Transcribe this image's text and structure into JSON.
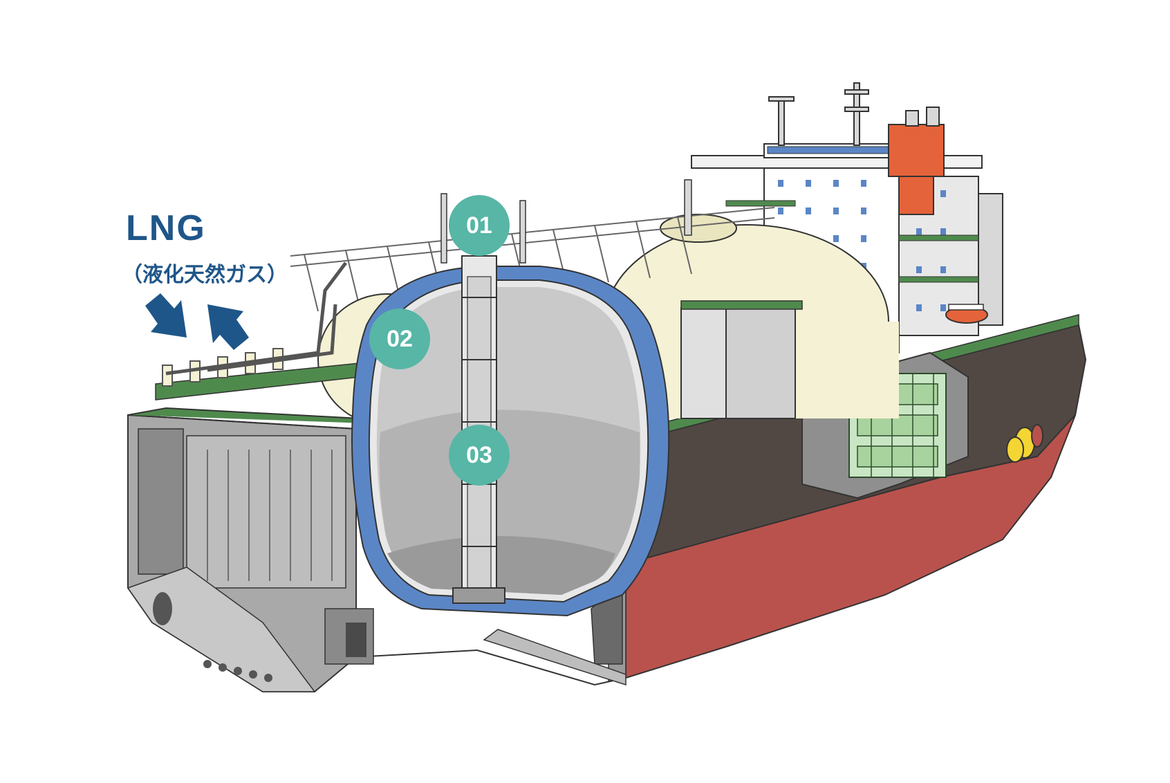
{
  "title": "LNG",
  "subtitle": "（液化天然ガス）",
  "markers": [
    "01",
    "02",
    "03"
  ],
  "colors": {
    "label": "#1f5689",
    "marker": "#57b6a6",
    "insulation": "#5b86c6",
    "tank_dome": "#f4f1d4",
    "hull_upper": "#514844",
    "hull_lower": "#b9524d",
    "deck": "#4f8a4d",
    "structure_gray": "#a9a9a9",
    "funnel": "#e5633a"
  },
  "icons": [
    "arrow-in-icon",
    "arrow-out-icon"
  ]
}
